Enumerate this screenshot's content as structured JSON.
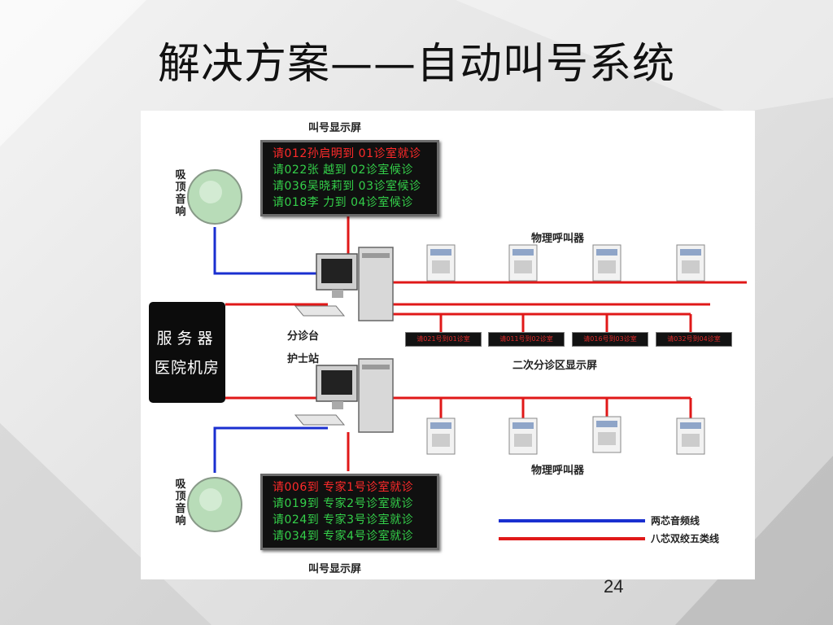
{
  "slide": {
    "title": "解决方案——自动叫号系统",
    "page_number": "24"
  },
  "diagram": {
    "top_display": {
      "label": "叫号显示屏",
      "rows": [
        {
          "text": "请012孙启明到  01诊室就诊",
          "color": "red"
        },
        {
          "text": "请022张   越到  02诊室候诊",
          "color": "green"
        },
        {
          "text": "请036吴晓莉到  03诊室候诊",
          "color": "green"
        },
        {
          "text": "请018李   力到  04诊室候诊",
          "color": "green"
        }
      ]
    },
    "bottom_display": {
      "label": "叫号显示屏",
      "rows": [
        {
          "text": "请006到  专家1号诊室就诊",
          "color": "red"
        },
        {
          "text": "请019到  专家2号诊室就诊",
          "color": "green"
        },
        {
          "text": "请024到  专家3号诊室就诊",
          "color": "green"
        },
        {
          "text": "请034到  专家4号诊室就诊",
          "color": "green"
        }
      ]
    },
    "speaker_label": "吸顶音响",
    "server": {
      "line1": "服务器",
      "line2": "医院机房"
    },
    "triage_desk_label": "分诊台",
    "nurse_station_label": "护士站",
    "caller_label_top": "物理呼叫器",
    "caller_label_bottom": "物理呼叫器",
    "secondary_display_label": "二次分诊区显示屏",
    "mini_displays": [
      "请021号到01诊室",
      "请011号到02诊室",
      "请016号到03诊室",
      "请032号到04诊室"
    ],
    "legend": [
      {
        "label": "两芯音频线",
        "color": "#1a2fd0"
      },
      {
        "label": "八芯双绞五类线",
        "color": "#e01818"
      }
    ],
    "colors": {
      "red_wire": "#e01818",
      "blue_wire": "#1a2fd0"
    }
  }
}
